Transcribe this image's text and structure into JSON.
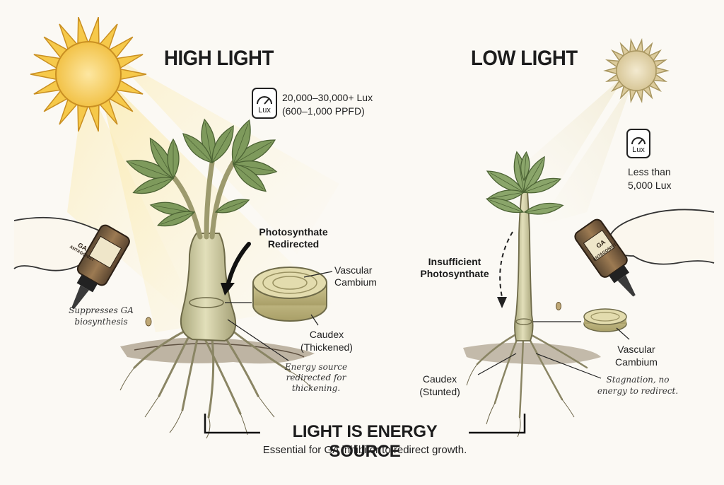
{
  "high": {
    "title": "HIGH LIGHT",
    "meter_label": "Lux",
    "lux": "20,000–30,000+ Lux",
    "ppfd": "(600–1,000 PPFD)",
    "bottle_label_1": "GA",
    "bottle_label_2": "ANTAGONIST",
    "suppress_1": "Suppresses GA",
    "suppress_2": "biosynthesis",
    "photo_1": "Photosynthate",
    "photo_2": "Redirected",
    "vascular_1": "Vascular",
    "vascular_2": "Cambium",
    "caudex_1": "Caudex",
    "caudex_2": "(Thickened)",
    "energy_1": "Energy source",
    "energy_2": "redirected for",
    "energy_3": "thickening."
  },
  "low": {
    "title": "LOW LIGHT",
    "meter_label": "Lux",
    "lux_1": "Less than",
    "lux_2": "5,000 Lux",
    "bottle_label_1": "GA",
    "bottle_label_2": "ANTAGONIST",
    "insufficient_1": "Insufficient",
    "insufficient_2": "Photosynthate",
    "vascular_1": "Vascular",
    "vascular_2": "Cambium",
    "caudex_1": "Caudex",
    "caudex_2": "(Stunted)",
    "stagnation_1": "Stagnation, no",
    "stagnation_2": "energy to redirect."
  },
  "footer": {
    "title": "LIGHT IS ENERGY SOURCE",
    "subtitle": "Essential for GA inhibitor to redirect growth."
  },
  "colors": {
    "sun_bright": "#f6c94a",
    "sun_dim": "#dccb9c",
    "leaf": "#7e9a5c",
    "stem": "#c9c69a",
    "soil": "#7a6a52",
    "ink": "#1c1c1c"
  }
}
